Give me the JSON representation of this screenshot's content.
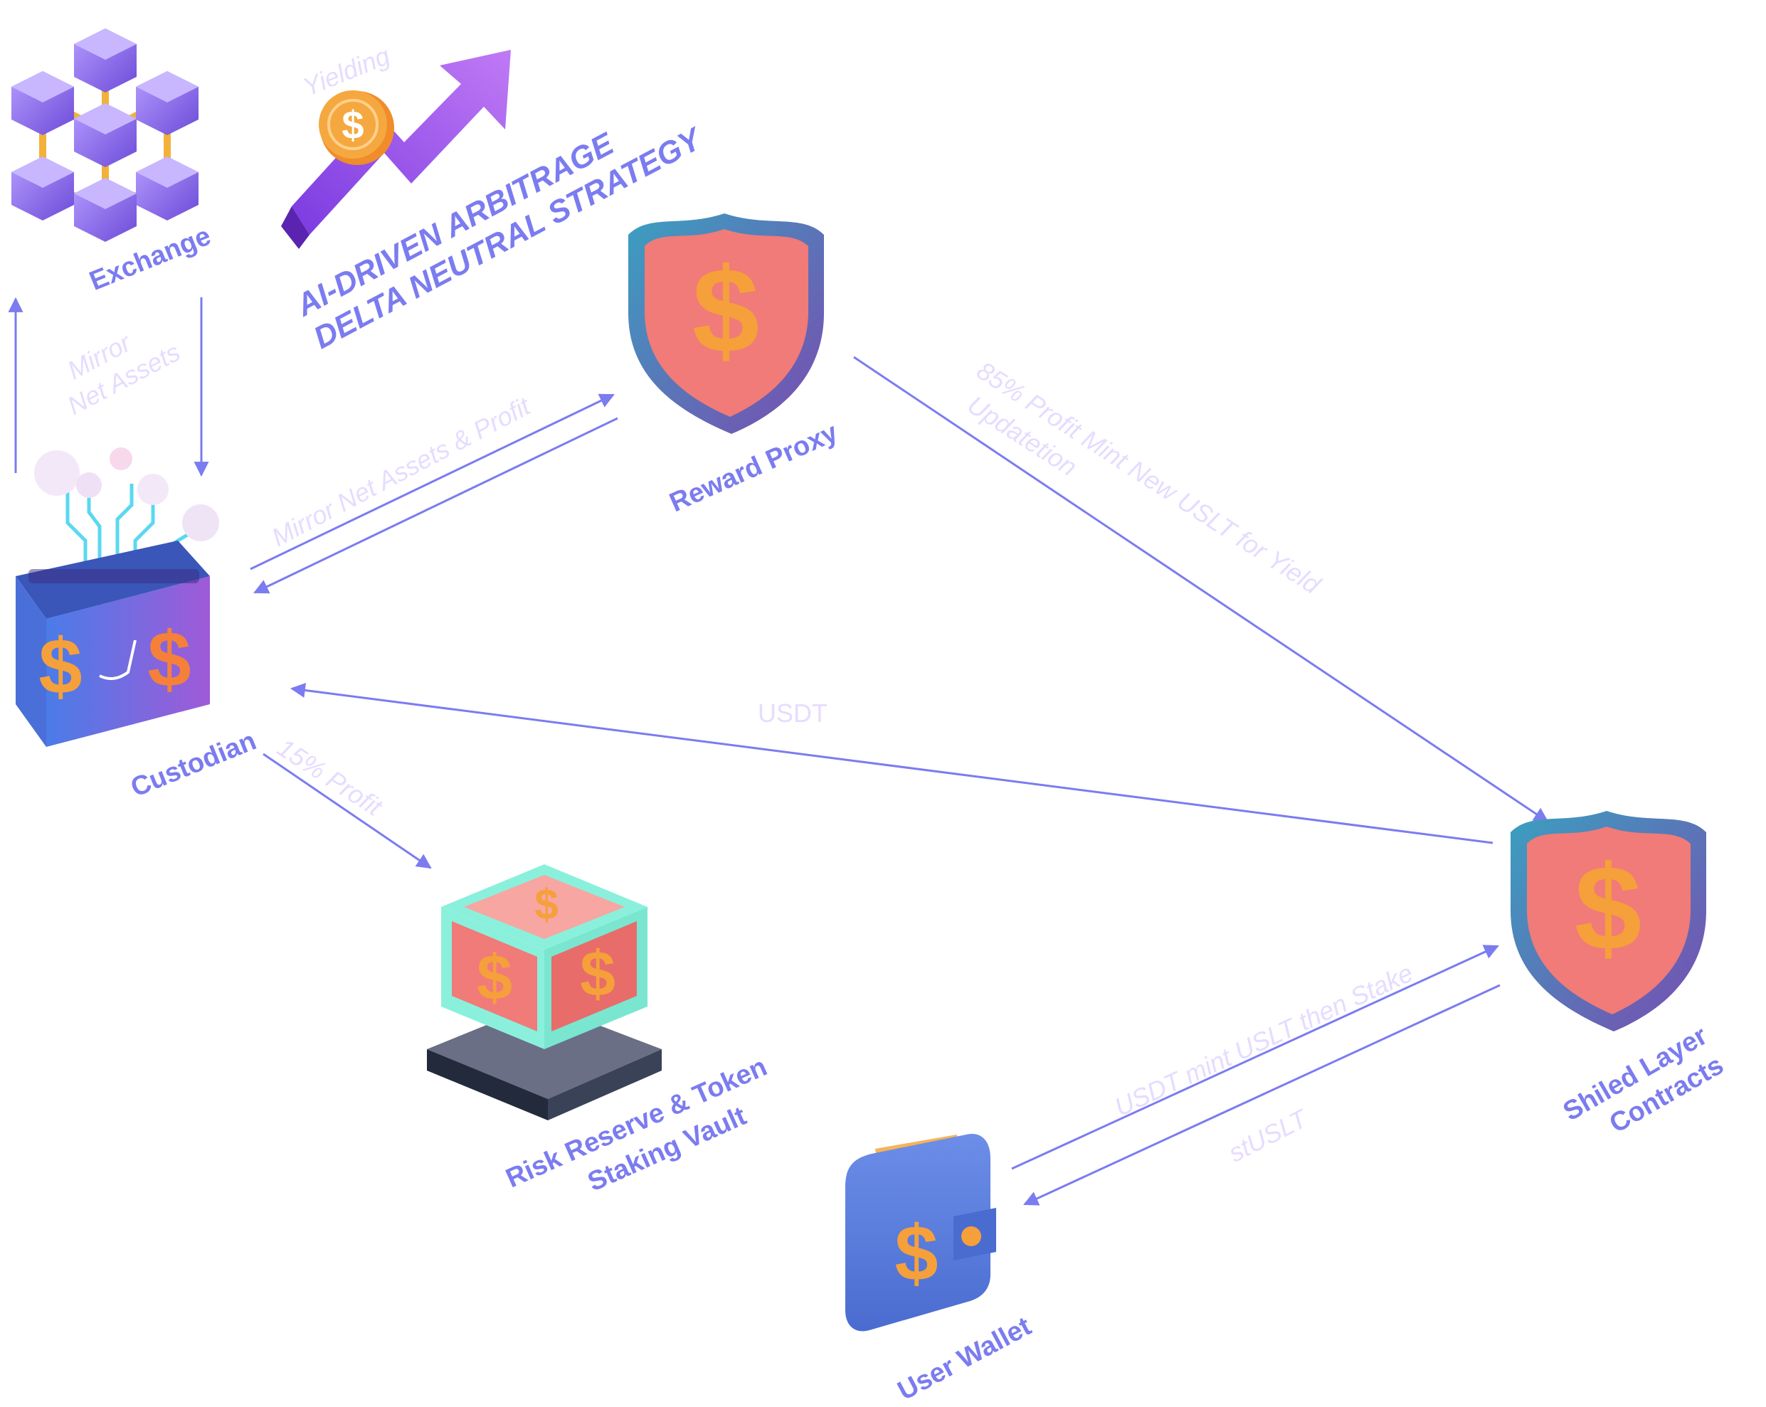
{
  "nodes": {
    "exchange": "Exchange",
    "reward_proxy": "Reward Proxy",
    "custodian": "Custodian",
    "risk_vault_line1": "Risk Reserve & Token",
    "risk_vault_line2": "Staking Vault",
    "shield_line1": "Shiled Layer",
    "shield_line2": "Contracts",
    "user_wallet": "User Wallet"
  },
  "strategy": {
    "yield_label": "Yielding",
    "line1": "AI-DRIVEN ARBITRAGE",
    "line2": "DELTA NEUTRAL STRATEGY"
  },
  "flows": {
    "mirror_line1": "Mirror",
    "mirror_line2": "Net Assets",
    "mirror_profit": "Mirror Net Assets & Profit",
    "profit_85_line1": "85% Profit Mint New USLT for Yield",
    "profit_85_line2": "Updatetion",
    "usdt": "USDT",
    "profit_15": "15% Profit",
    "mint_stake": "USDT mint USLT then Stake",
    "stuslt": "stUSLT"
  },
  "icons": {
    "coin_symbol": "$"
  },
  "colors": {
    "arrow": "#7b7cf0",
    "label_primary": "#7b7cf0",
    "label_faint": "#e6dcff",
    "purple": "#8a5cf0",
    "shield_red": "#f07b78",
    "coin_orange": "#f5a03a"
  }
}
